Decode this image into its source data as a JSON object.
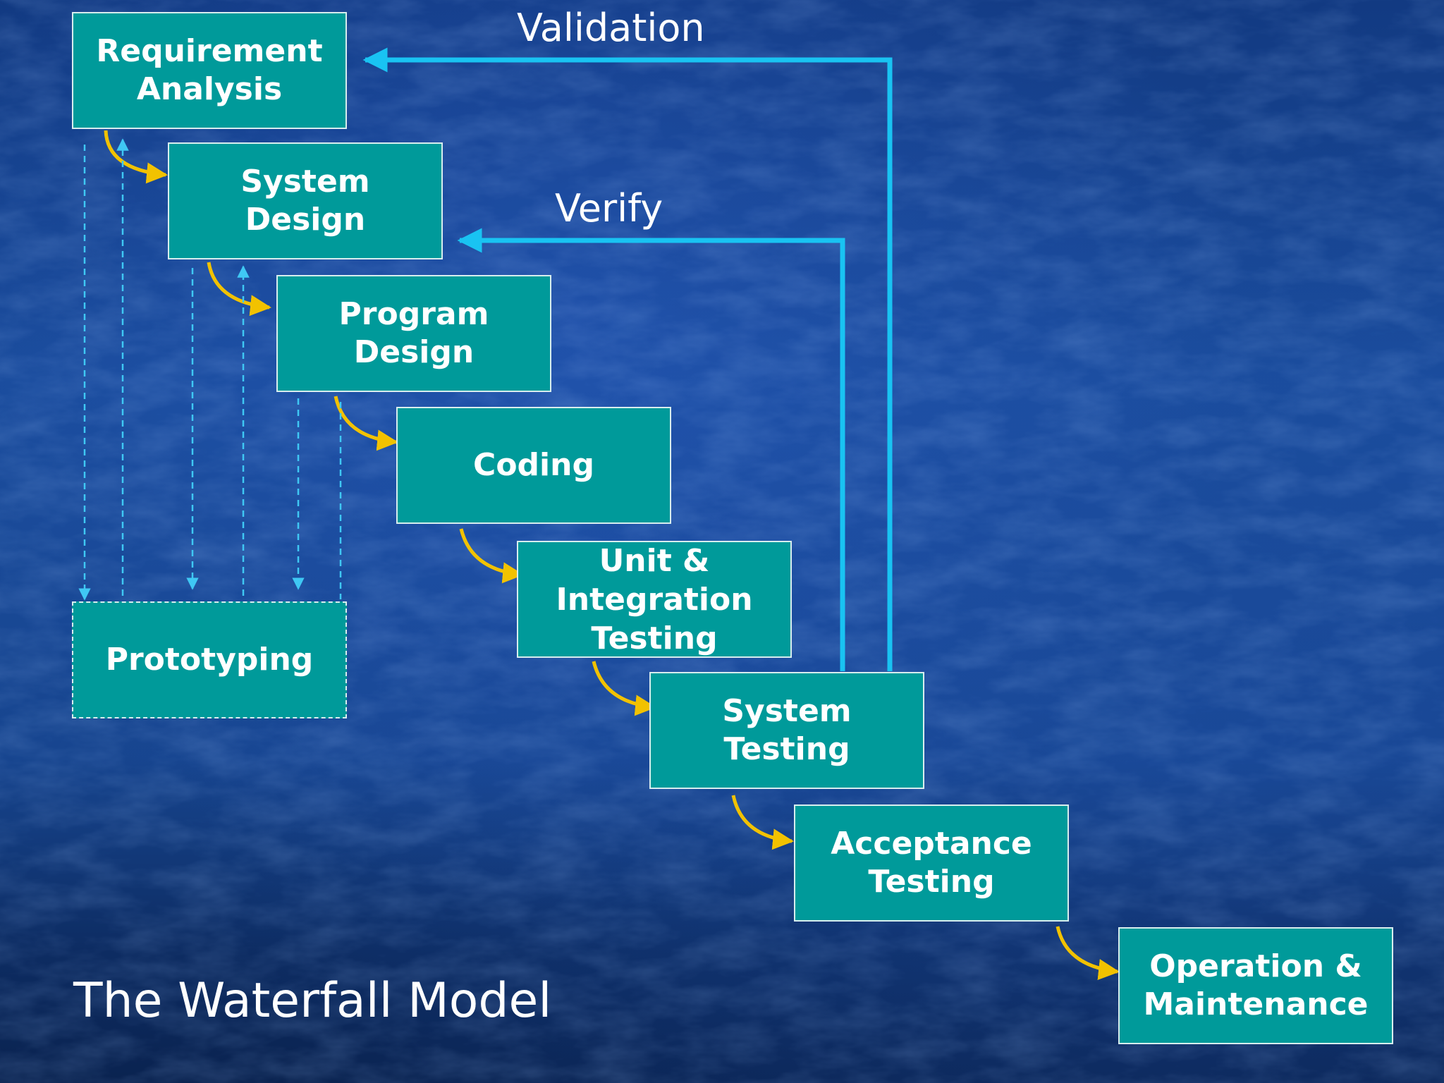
{
  "title": "The Waterfall Model",
  "phases": {
    "requirement_analysis": "Requirement\nAnalysis",
    "system_design": "System\nDesign",
    "program_design": "Program\nDesign",
    "coding": "Coding",
    "unit_integration_testing": "Unit &\nIntegration\nTesting",
    "system_testing": "System\nTesting",
    "acceptance_testing": "Acceptance\nTesting",
    "operation_maintenance": "Operation &\nMaintenance",
    "prototyping": "Prototyping"
  },
  "feedback": {
    "validation": "Validation",
    "verify": "Verify"
  },
  "colors": {
    "box_fill": "#009a9a",
    "box_border": "#d8eeee",
    "flow_arrow": "#f2c200",
    "feedback_arrow": "#19c3f2",
    "prototype_link": "#3fc8f4",
    "text": "#ffffff"
  }
}
